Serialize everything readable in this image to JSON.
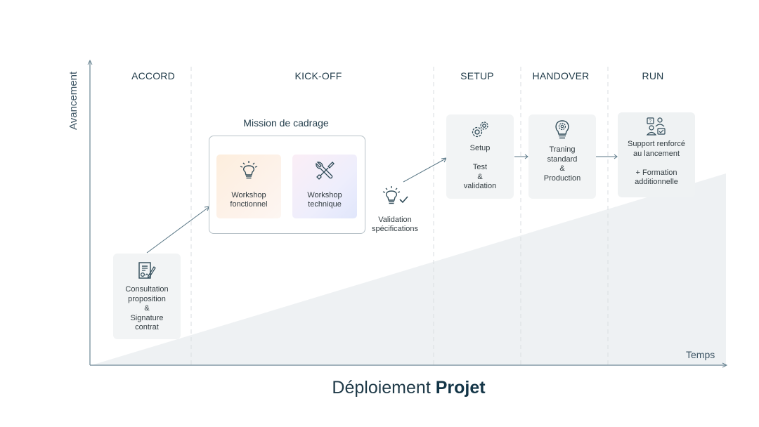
{
  "title": {
    "regular": "Déploiement ",
    "bold": "Projet"
  },
  "axes": {
    "y_label": "Avancement",
    "x_label": "Temps"
  },
  "phases": [
    {
      "label": "ACCORD"
    },
    {
      "label": "KICK-OFF"
    },
    {
      "label": "SETUP"
    },
    {
      "label": "HANDOVER"
    },
    {
      "label": "RUN"
    }
  ],
  "mission": {
    "title": "Mission de cadrage",
    "workshops": [
      {
        "label": "Workshop\nfonctionnel",
        "icon": "lightbulb-icon"
      },
      {
        "label": "Workshop\ntechnique",
        "icon": "tools-icon"
      }
    ]
  },
  "steps": {
    "consultation": {
      "label": "Consultation\nproposition\n&\nSignature\ncontrat",
      "icon": "contract-signature-icon"
    },
    "validation": {
      "label": "Validation\nspécifications",
      "icon": "lightbulb-check-icon"
    },
    "setup": {
      "label": "Setup\n\nTest\n&\nvalidation",
      "icon": "gears-icon"
    },
    "handover": {
      "label": "Traning\nstandard\n&\nProduction",
      "icon": "lightbulb-gear-icon"
    },
    "run": {
      "label": "Support renforcé\nau lancement\n\n+ Formation\nadditionnelle",
      "icon": "support-team-icon"
    }
  },
  "colors": {
    "axis": "#6a8593",
    "accent": "#1f3a48",
    "card": "#f2f4f5",
    "progress_area": "#eef1f3"
  }
}
